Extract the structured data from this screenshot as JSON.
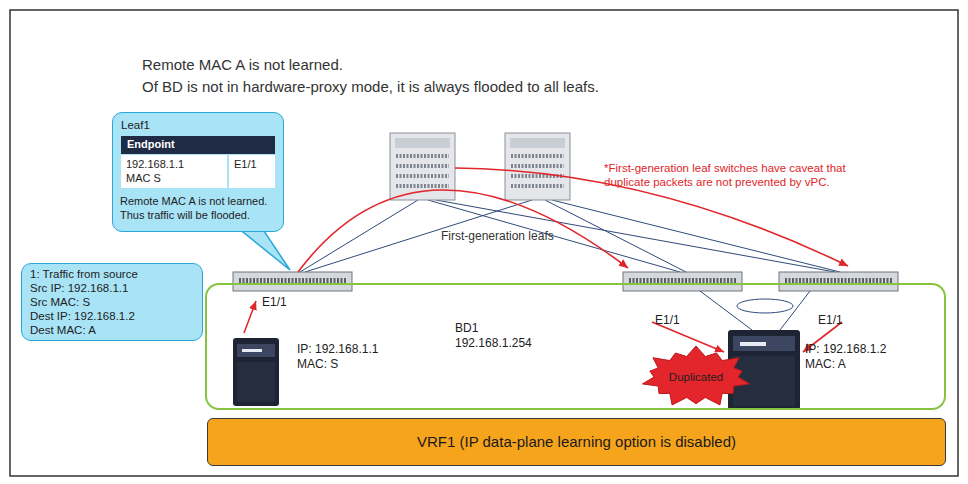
{
  "diagram": {
    "nodes": [
      {
        "text": [
          "Leaf1",
          "Endpoint",
          "192.168.1.1 MAC S",
          "E1/1",
          "Remote MAC A is not learned. Thus traffic will be flooded."
        ]
      },
      {
        "text": [
          "1: Traffic from source",
          "Src IP: 192.168.1.1",
          "Src MAC: S",
          "Dest IP: 192.168.1.2",
          "Dest MAC: A"
        ]
      },
      {
        "text": [
          "BD1 192.168.1.254"
        ]
      },
      {
        "text": [
          "Duplicated"
        ],
        "in": 2
      },
      {
        "text": [
          "VRF1 (IP data-plane learning option is disabled)"
        ]
      }
    ],
    "labels": [
      "Remote MAC A is not learned.",
      "Of BD is not in hardware-proxy mode, it is always flooded to all leafs.",
      "*First-generation leaf switches have caveat that duplicate packets are not prevented by vPC.",
      "First-generation leafs",
      "E1/1",
      "E1/1",
      "E1/1",
      "IP: 192.168.1.1 MAC: S",
      "IP: 192.168.1.2 MAC: A"
    ]
  }
}
